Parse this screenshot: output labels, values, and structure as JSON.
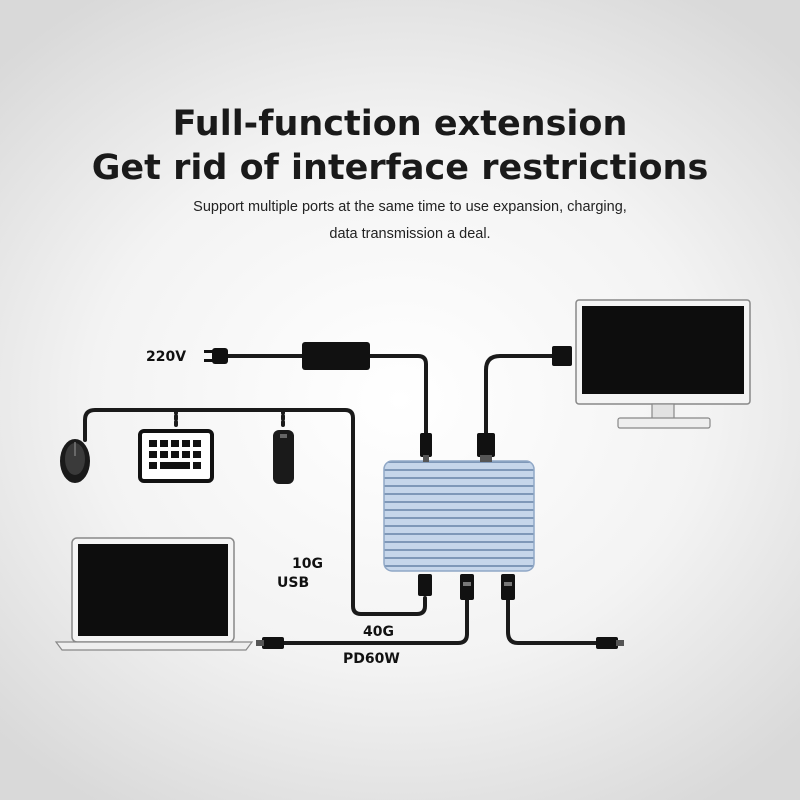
{
  "title": {
    "line1": "Full-function extension",
    "line2": "Get rid of interface restrictions"
  },
  "subtitle": {
    "line1": "Support multiple ports at the same time to use expansion, charging,",
    "line2": "data transmission a deal."
  },
  "labels": {
    "power": "220V",
    "usb_speed": "10G",
    "usb_type": "USB",
    "thunderbolt_speed": "40G",
    "power_delivery": "PD60W"
  },
  "devices": [
    "monitor-icon",
    "laptop-icon",
    "mouse-icon",
    "keyboard-icon",
    "usb-drive-icon",
    "power-adapter-icon",
    "power-plug-icon",
    "hub-icon"
  ],
  "colors": {
    "hub_body": "#b9cde6",
    "hub_stripe": "#7f98b8",
    "cable": "#1a1a1a",
    "screen": "#0d0d0d"
  }
}
